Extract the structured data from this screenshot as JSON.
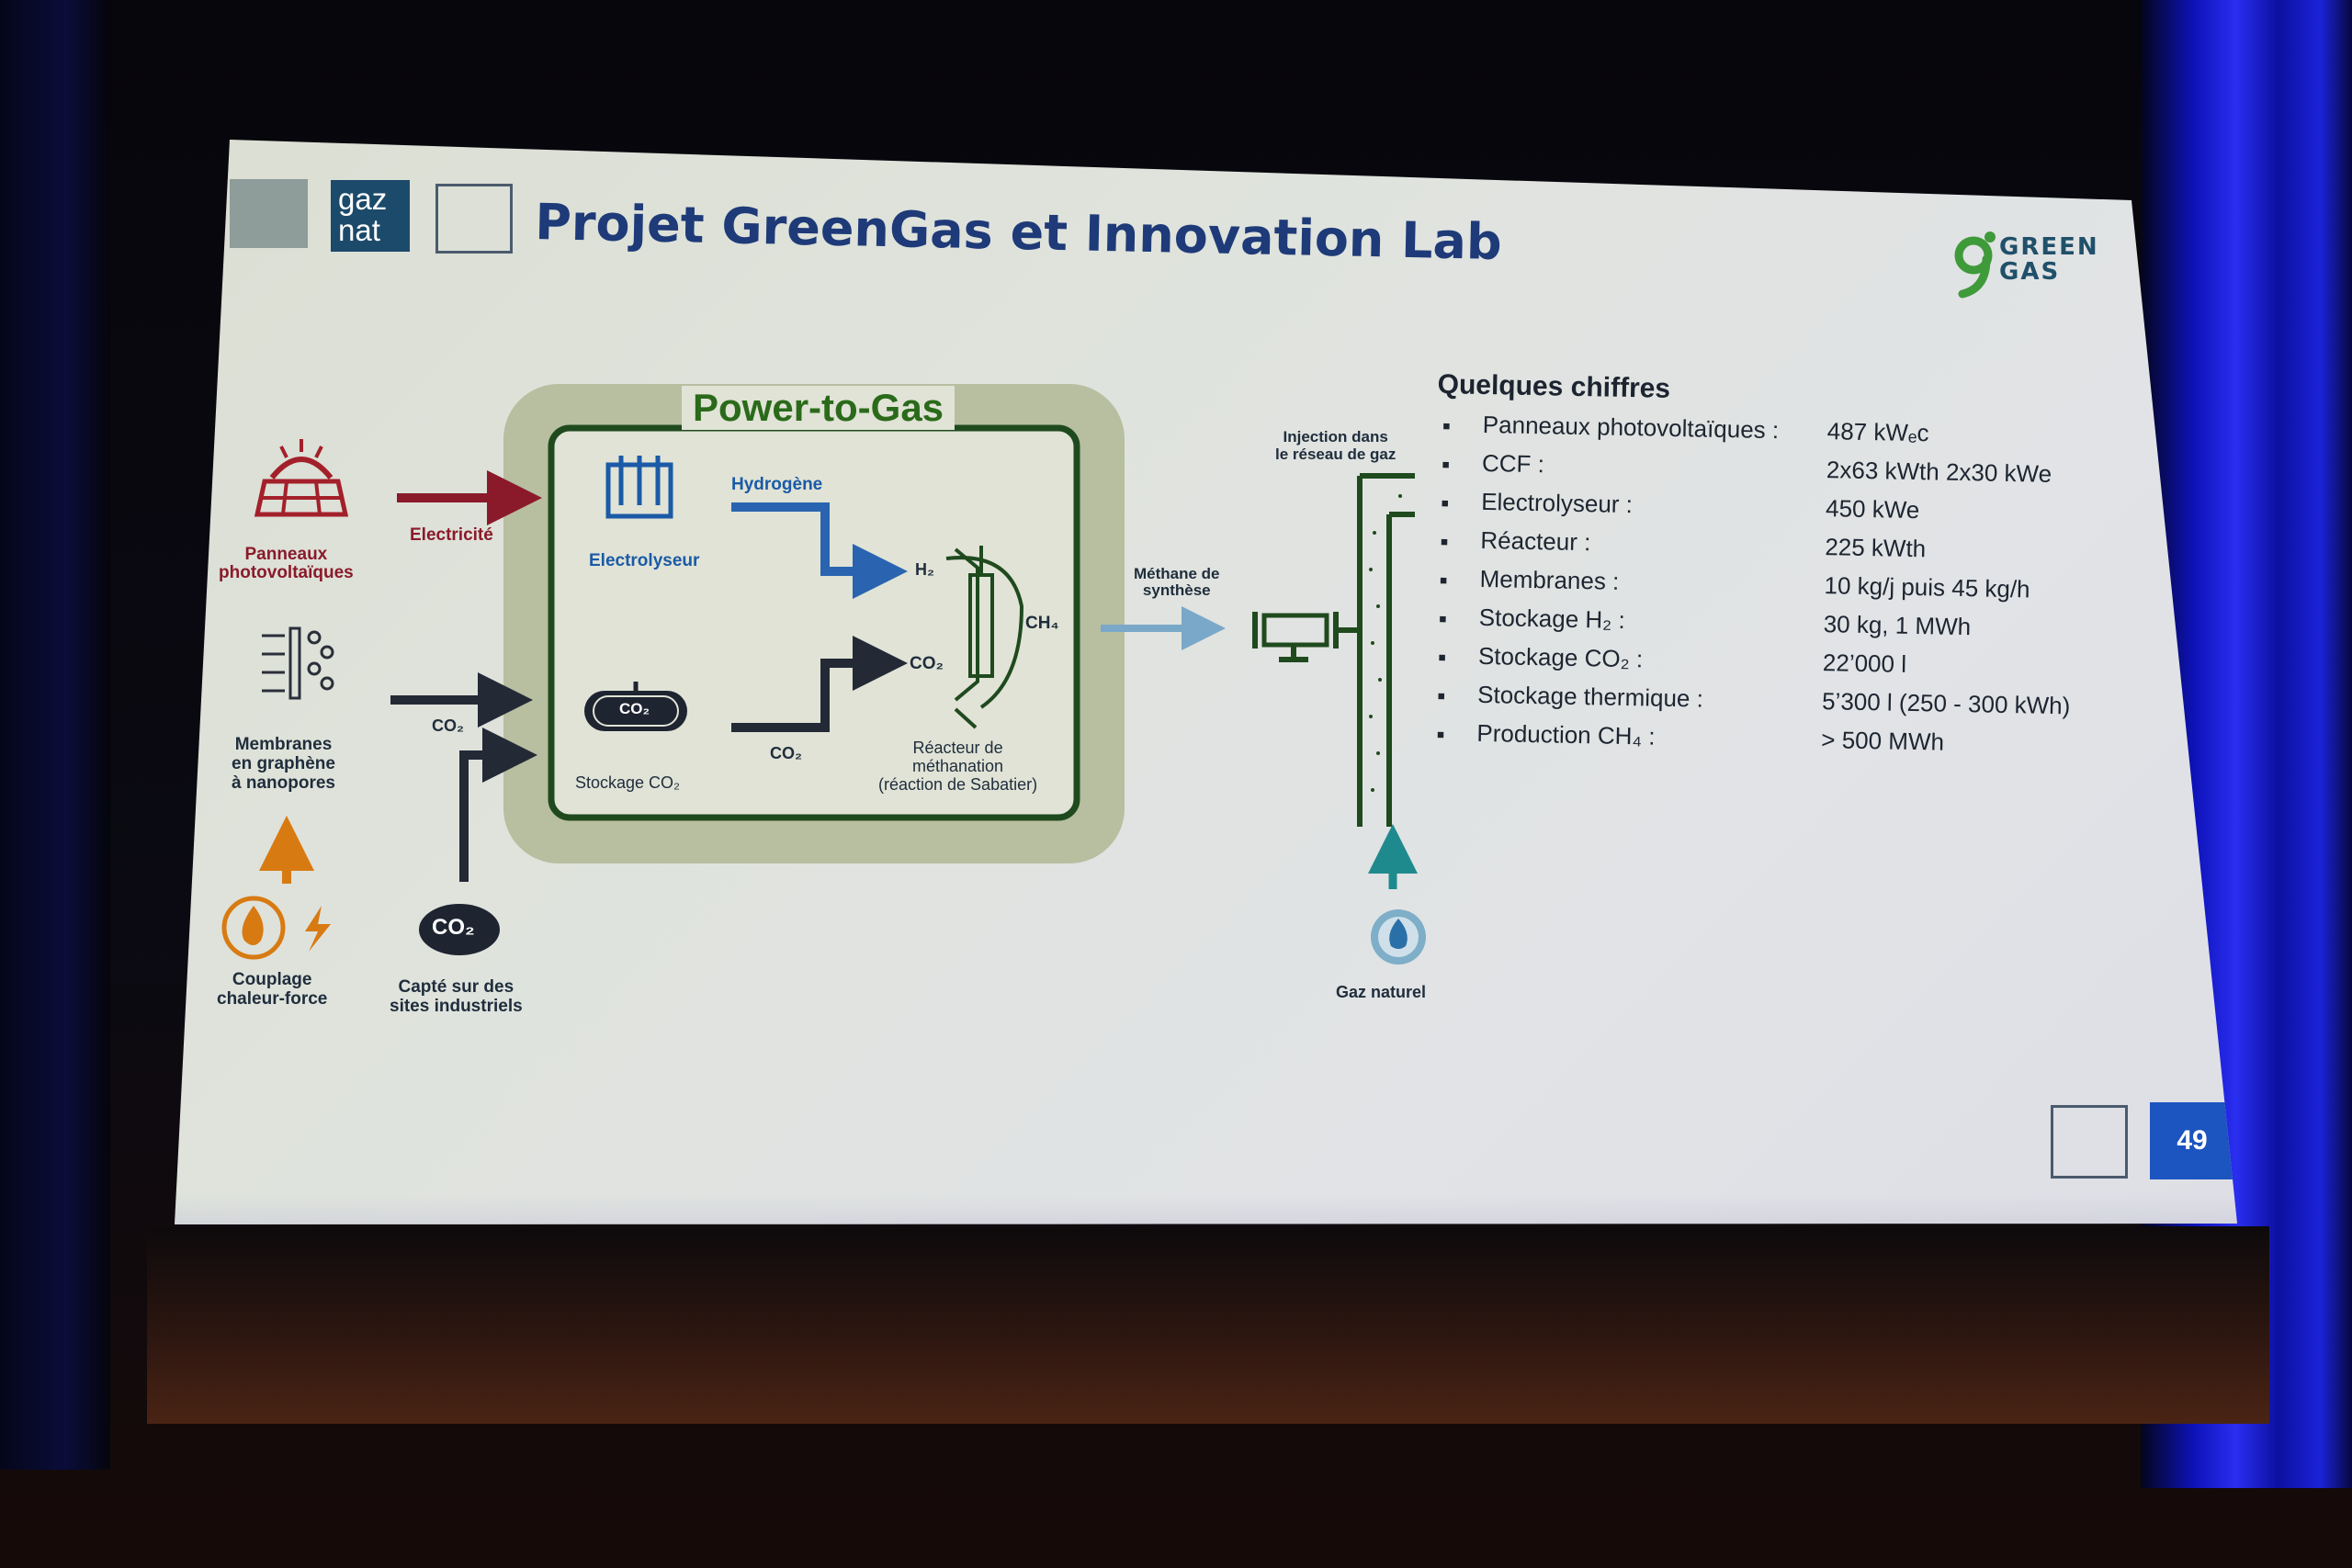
{
  "header": {
    "gaznat_logo_line1": "gaz",
    "gaznat_logo_line2": "nat",
    "title": "Projet GreenGas et Innovation Lab",
    "greengas_logo_line1": "GREEN",
    "greengas_logo_line2": "GAS"
  },
  "diagram": {
    "power_to_gas_title": "Power-to-Gas",
    "panneaux_label": [
      "Panneaux",
      "photovoltaïques"
    ],
    "electricite": "Electricité",
    "membranes_label": [
      "Membranes",
      "en graphène",
      "à nanopores"
    ],
    "co2_left": "CO₂",
    "couplage_label": [
      "Couplage",
      "chaleur-force"
    ],
    "co2_badge": "CO₂",
    "capte_label": [
      "Capté sur des",
      "sites industriels"
    ],
    "electrolyseur": "Electrolyseur",
    "hydrogene": "Hydrogène",
    "h2": "H₂",
    "co2_reactor": "CO₂",
    "ch4": "CH₄",
    "co2_tank": "CO₂",
    "stockage_co2": "Stockage CO₂",
    "co2_bottom": "CO₂",
    "reacteur_label": [
      "Réacteur de",
      "méthanation",
      "(réaction de Sabatier)"
    ],
    "methane_label": [
      "Méthane de",
      "synthèse"
    ],
    "injection_label": [
      "Injection dans",
      "le réseau de gaz"
    ],
    "gaz_naturel": "Gaz naturel"
  },
  "stats": {
    "heading": "Quelques chiffres",
    "rows": [
      {
        "key": "Panneaux photovoltaïques :",
        "value": "487 kWₑc"
      },
      {
        "key": "CCF :",
        "value": "2x63 kWth 2x30 kWe"
      },
      {
        "key": "Electrolyseur :",
        "value": "450 kWe"
      },
      {
        "key": "Réacteur :",
        "value": "225 kWth"
      },
      {
        "key": "Membranes :",
        "value": "10 kg/j puis 45 kg/h"
      },
      {
        "key": "Stockage H₂ :",
        "value": "30 kg, 1 MWh"
      },
      {
        "key": "Stockage CO₂ :",
        "value": "22’000 l"
      },
      {
        "key": "Stockage thermique :",
        "value": "5’300 l (250 - 300 kWh)"
      },
      {
        "key": "Production CH₄ :",
        "value": "> 500 MWh"
      }
    ]
  },
  "footer": {
    "page_number": "49"
  },
  "colors": {
    "title_blue": "#1e3a78",
    "p2g_green": "#2a6a1a",
    "electric_red": "#8a1a2a",
    "hydrogen_blue": "#1b5aa6",
    "page_badge": "#1c54c0"
  }
}
